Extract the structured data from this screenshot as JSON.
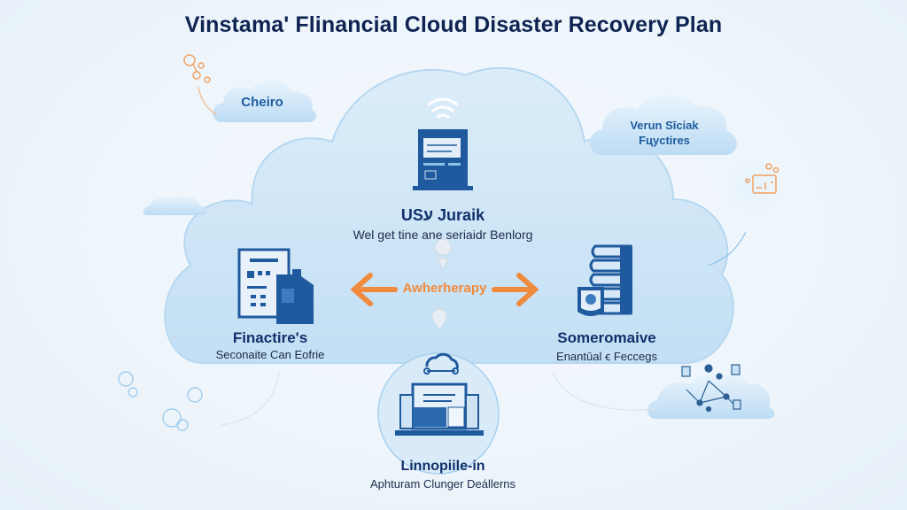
{
  "title": "Vinstama' Flinancial Cloud Disaster Recovery Plan",
  "colors": {
    "title": "#0f2352",
    "cloud_fill": "#cfe6f7",
    "icon_blue": "#1f5a9e",
    "arrow_orange": "#f08a3c",
    "small_cloud_text": "#1f5c9e"
  },
  "small_clouds": {
    "top_left": {
      "label": "Cheiro"
    },
    "top_right": {
      "line1": "Verun Sīciak",
      "line2": "Fцуctires"
    }
  },
  "nodes": {
    "top": {
      "icon": "server-building-icon",
      "title": "USע Juraik",
      "subtitle": "Wel get tine ane seriaidr Benlorg"
    },
    "left": {
      "icon": "office-documents-icon",
      "title": "Finactire's",
      "subtitle": "Seconaite Can Eofrie"
    },
    "right": {
      "icon": "server-stack-shield-icon",
      "title": "Someromaive",
      "subtitle": "Enantūal ꞓ Feccegs"
    },
    "bottom": {
      "icon": "laptop-cloud-icon",
      "title": "Linnopiile-in",
      "subtitle": "Aphturam Clunger Deállerns"
    }
  },
  "connector": {
    "label": "Awherherapy",
    "type": "bidirectional-arrow"
  },
  "decorations": [
    "orange-molecule-icon",
    "orange-device-icon",
    "blue-gears-icon",
    "network-cloud-icon",
    "small-pin-icon-top",
    "small-pin-icon-bottom",
    "wifi-icon"
  ]
}
